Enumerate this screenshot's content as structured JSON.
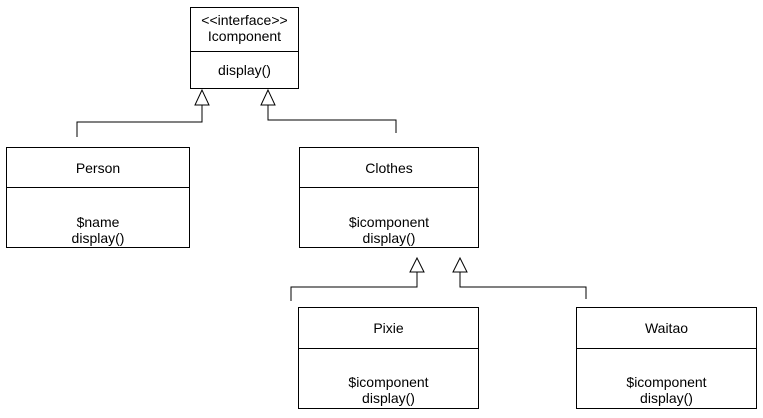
{
  "diagram": {
    "classes": [
      {
        "id": "icomponent",
        "stereotype": "<<interface>>",
        "name": "Icomponent",
        "members": [
          "display()"
        ]
      },
      {
        "id": "person",
        "name": "Person",
        "members": [
          "$name",
          "display()"
        ]
      },
      {
        "id": "clothes",
        "name": "Clothes",
        "members": [
          "$icomponent",
          "display()"
        ]
      },
      {
        "id": "pixie",
        "name": "Pixie",
        "members": [
          "$icomponent",
          "display()"
        ]
      },
      {
        "id": "waitao",
        "name": "Waitao",
        "members": [
          "$icomponent",
          "display()"
        ]
      }
    ],
    "relations": [
      {
        "from": "person",
        "to": "icomponent",
        "type": "generalization"
      },
      {
        "from": "clothes",
        "to": "icomponent",
        "type": "generalization"
      },
      {
        "from": "pixie",
        "to": "clothes",
        "type": "generalization"
      },
      {
        "from": "waitao",
        "to": "clothes",
        "type": "generalization"
      }
    ]
  }
}
